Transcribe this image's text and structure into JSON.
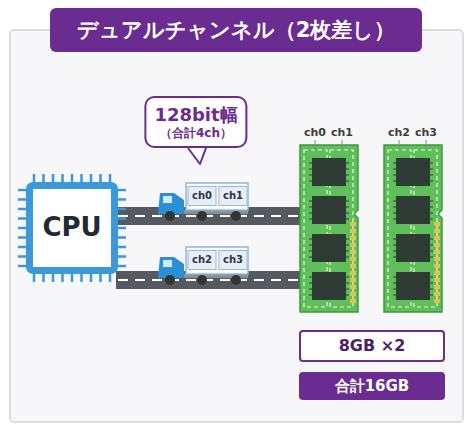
{
  "diagram": {
    "title": "デュアルチャンネル（2枚差し）",
    "nodes": [
      {
        "text": [
          "128bit幅",
          "（合計4ch）"
        ]
      },
      {
        "text": [
          "CPU"
        ]
      },
      {
        "text": [
          "ch0"
        ]
      },
      {
        "text": [
          "ch1"
        ]
      },
      {
        "text": [
          "ch2"
        ]
      },
      {
        "text": [
          "ch3"
        ]
      },
      {
        "text": [
          "8GB ×2"
        ]
      },
      {
        "text": [
          "合計16GB"
        ]
      }
    ],
    "labels": [
      "ch0",
      "ch1",
      "ch2",
      "ch3"
    ]
  }
}
